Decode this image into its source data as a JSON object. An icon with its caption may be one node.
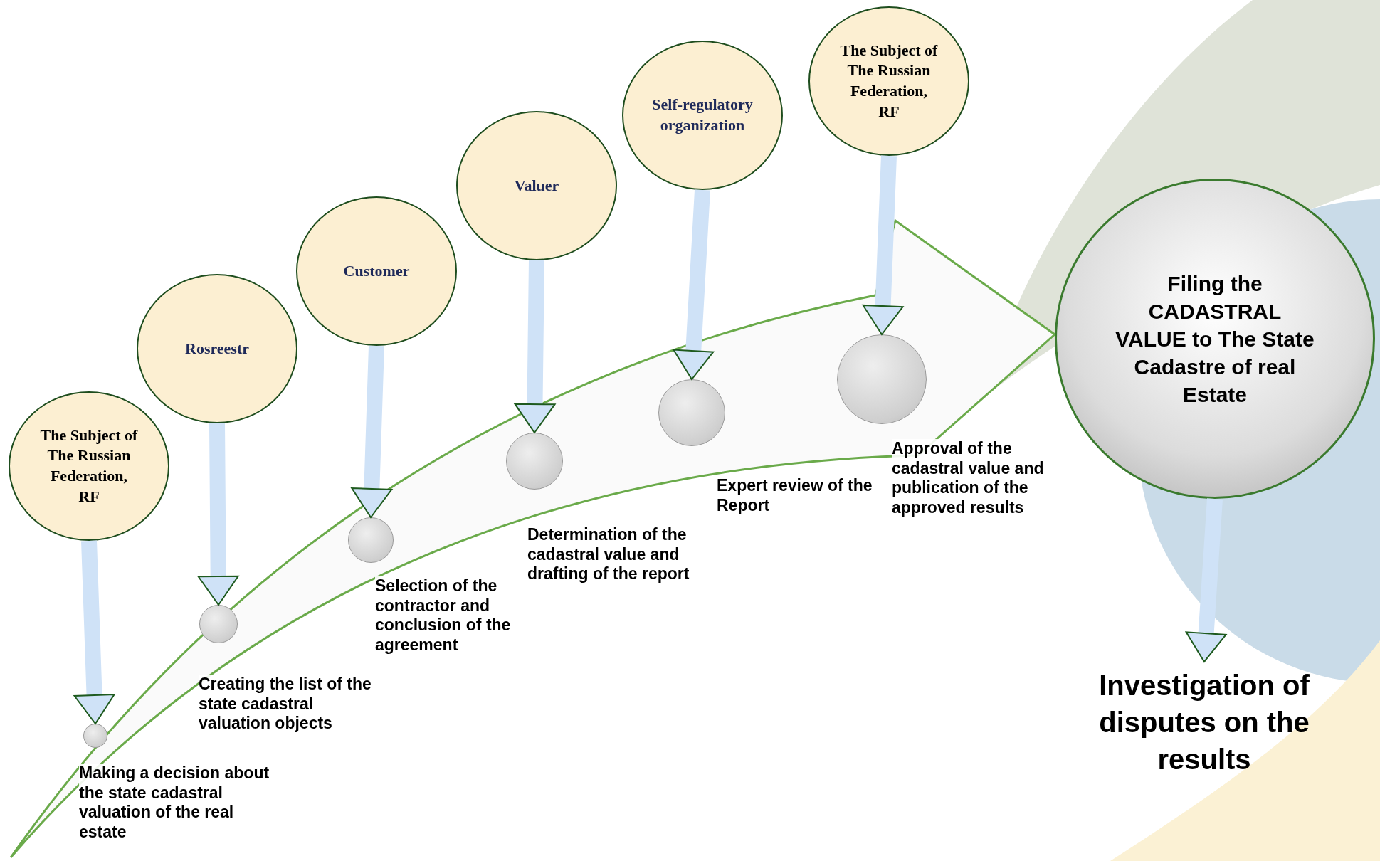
{
  "diagram": {
    "nodes": [
      {
        "text": [
          "The Subject of The Russian Federation, RF"
        ]
      },
      {
        "text": [],
        "shape": "circle",
        "beside": [
          "Making a decision about the state cadastral valuation of the real estate"
        ]
      },
      {
        "text": [
          "Rosreestr"
        ]
      },
      {
        "text": [],
        "shape": "circle",
        "beside": [
          "Creating the list of the state cadastral valuation objects"
        ]
      },
      {
        "text": [
          "Customer"
        ]
      },
      {
        "text": [],
        "shape": "circle",
        "beside": [
          "Selection of the contractor and conclusion of the agreement"
        ]
      },
      {
        "text": [
          "Valuer"
        ]
      },
      {
        "text": [],
        "shape": "circle",
        "beside": [
          "Determination of the cadastral value and drafting of the report"
        ]
      },
      {
        "text": [
          "Self-regulatory organization"
        ]
      },
      {
        "text": [],
        "shape": "circle",
        "beside": [
          "Expert review of the Report"
        ]
      },
      {
        "text": [
          "The Subject of The Russian Federation, RF"
        ]
      },
      {
        "text": [],
        "shape": "circle",
        "beside": [
          "Approval of the cadastral value and publication of the approved results"
        ]
      },
      {
        "text": [
          "Filing the CADASTRAL VALUE to The State Cadastre of real Estate"
        ]
      },
      {
        "text": [
          "Investigation of disputes on the results"
        ]
      }
    ],
    "edges": [
      {
        "from": 0,
        "to": 1,
        "arrow": "to"
      },
      {
        "from": 2,
        "to": 3,
        "arrow": "to"
      },
      {
        "from": 4,
        "to": 5,
        "arrow": "to"
      },
      {
        "from": 6,
        "to": 7,
        "arrow": "to"
      },
      {
        "from": 8,
        "to": 9,
        "arrow": "to"
      },
      {
        "from": 10,
        "to": 11,
        "arrow": "to"
      },
      {
        "from": 12,
        "to": 13,
        "arrow": "to"
      }
    ]
  }
}
